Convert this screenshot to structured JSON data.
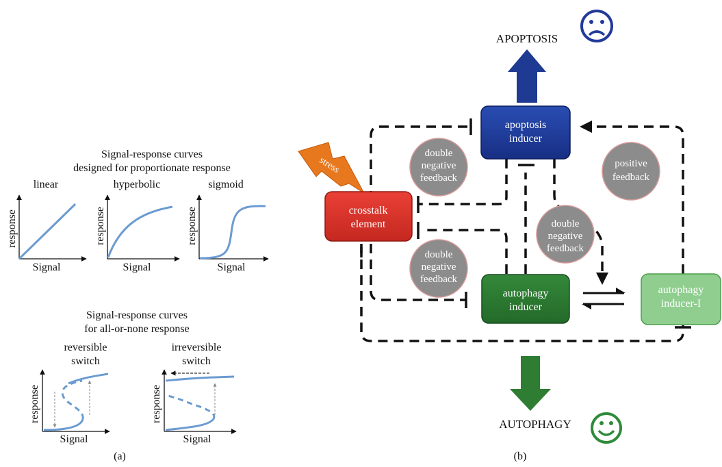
{
  "panel_a": {
    "label": "(a)",
    "proportionate": {
      "title_line1": "Signal-response curves",
      "title_line2": "designed for proportionate response",
      "linear": "linear",
      "hyperbolic": "hyperbolic",
      "sigmoid": "sigmoid"
    },
    "allornone": {
      "title_line1": "Signal-response curves",
      "title_line2": "for all-or-none response",
      "reversible_line1": "reversible",
      "reversible_line2": "switch",
      "irreversible_line1": "irreversible",
      "irreversible_line2": "switch"
    },
    "axis_x": "Signal",
    "axis_y": "response"
  },
  "panel_b": {
    "label": "(b)",
    "apoptosis": "APOPTOSIS",
    "autophagy": "AUTOPHAGY",
    "stress": "stress",
    "apoptosis_inducer_line1": "apoptosis",
    "apoptosis_inducer_line2": "inducer",
    "crosstalk_line1": "crosstalk",
    "crosstalk_line2": "element",
    "autophagy_inducer_line1": "autophagy",
    "autophagy_inducer_line2": "inducer",
    "autophagy_inducer1_line1": "autophagy",
    "autophagy_inducer1_line2": "inducer-I",
    "dnf1": [
      "double",
      "negative",
      "feedback"
    ],
    "dnf2": [
      "double",
      "negative",
      "feedback"
    ],
    "dnf3": [
      "double",
      "negative",
      "feedback"
    ],
    "pf": [
      "positive",
      "feedback"
    ]
  },
  "colors": {
    "curve": "#6b9bd1",
    "apoptosis_blue": "#1f3a93",
    "crosstalk_red": "#d9342b",
    "autophagy_green": "#2e7d32",
    "autophagy_light_green": "#8fce8f",
    "feedback_gray": "#8c8c8c",
    "stress_orange": "#e8781e"
  }
}
